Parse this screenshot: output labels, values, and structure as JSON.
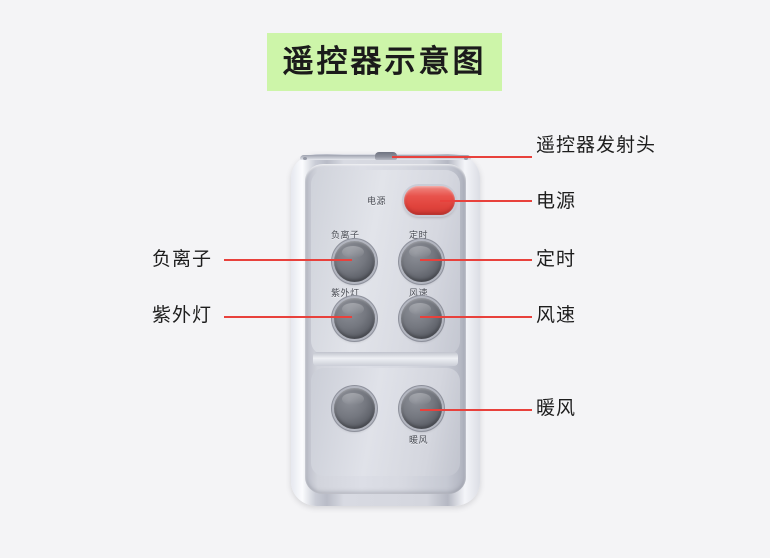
{
  "page": {
    "background_color": "#f4f4f6",
    "title": "遥控器示意图",
    "title_background_color": "#cdf5a9"
  },
  "device": {
    "name": "remote-control",
    "power_button_color": "#e8534c",
    "body_color": "#d6d8e0"
  },
  "keypad": {
    "labels": {
      "power": "电源",
      "anion": "负离子",
      "timer": "定时",
      "uv_lamp": "紫外灯",
      "fan_speed": "风速",
      "warm_air": "暖风"
    }
  },
  "annotations": {
    "leader_color": "#e8413c",
    "right": [
      {
        "id": "ir-emitter",
        "label": "遥控器发射头"
      },
      {
        "id": "power",
        "label": "电源"
      },
      {
        "id": "timer",
        "label": "定时"
      },
      {
        "id": "fan-speed",
        "label": "风速"
      },
      {
        "id": "warm-air",
        "label": "暖风"
      }
    ],
    "left": [
      {
        "id": "anion",
        "label": "负离子"
      },
      {
        "id": "uv-lamp",
        "label": "紫外灯"
      }
    ]
  }
}
